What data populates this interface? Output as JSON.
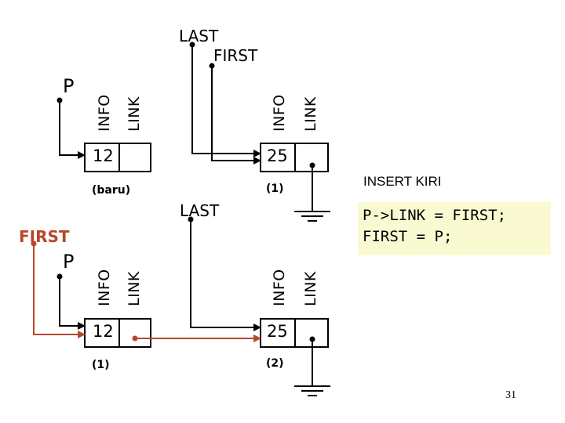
{
  "top": {
    "label_last": "LAST",
    "label_first": "FIRST",
    "label_p": "P",
    "node1": {
      "info_label": "INFO",
      "link_label": "LINK",
      "value": "12",
      "caption": "(baru)"
    },
    "node2": {
      "info_label": "INFO",
      "link_label": "LINK",
      "value": "25",
      "caption": "(1)"
    }
  },
  "bottom": {
    "label_last": "LAST",
    "label_first": "FIRST",
    "label_p": "P",
    "node1": {
      "info_label": "INFO",
      "link_label": "LINK",
      "value": "12",
      "caption": "(1)"
    },
    "node2": {
      "info_label": "INFO",
      "link_label": "LINK",
      "value": "25",
      "caption": "(2)"
    }
  },
  "panel": {
    "title": "INSERT KIRI",
    "code_line1": "P->LINK = FIRST;",
    "code_line2": "FIRST = P;"
  },
  "page_number": "31",
  "colors": {
    "pointer": "#000000",
    "new_pointer": "#b5482c",
    "code_bg": "#fafad2"
  }
}
